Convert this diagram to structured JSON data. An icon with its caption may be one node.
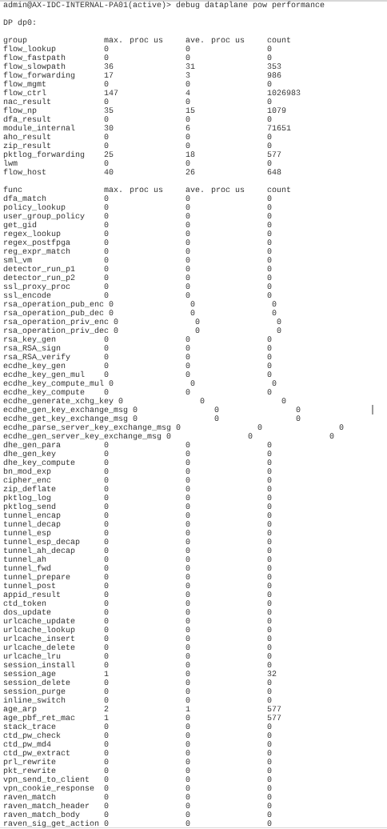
{
  "diagram": {
    "labels": [
      "admin@AX-IDC-INTERNAL-PA01(active)> debug dataplane pow performance",
      "DP dp0:",
      "group",
      "max. proc us",
      "ave. proc us",
      "count",
      "flow_lookup",
      "0",
      "0",
      "0",
      "flow_fastpath",
      "0",
      "0",
      "0",
      "flow_slowpath",
      "36",
      "31",
      "353",
      "flow_forwarding",
      "17",
      "3",
      "986",
      "flow_mgmt",
      "0",
      "0",
      "0",
      "flow_ctrl",
      "147",
      "4",
      "1026983",
      "nac_result",
      "0",
      "0",
      "0",
      "flow_np",
      "35",
      "15",
      "1079",
      "dfa_result",
      "0",
      "0",
      "0",
      "module_internal",
      "30",
      "6",
      "71651",
      "aho_result",
      "0",
      "0",
      "0",
      "zip_result",
      "0",
      "0",
      "0",
      "pktlog_forwarding",
      "25",
      "18",
      "577",
      "lwm",
      "0",
      "0",
      "0",
      "flow_host",
      "40",
      "26",
      "648",
      "func",
      "max. proc us",
      "ave. proc us",
      "count",
      "dfa_match",
      "0",
      "0",
      "0",
      "policy_lookup",
      "0",
      "0",
      "0",
      "user_group_policy",
      "0",
      "0",
      "0",
      "get_gid",
      "0",
      "0",
      "0",
      "regex_lookup",
      "0",
      "0",
      "0",
      "regex_postfpga",
      "0",
      "0",
      "0",
      "reg_expr_match",
      "0",
      "0",
      "0",
      "sml_vm",
      "0",
      "0",
      "0",
      "detector_run_p1",
      "0",
      "0",
      "0",
      "detector_run_p2",
      "0",
      "0",
      "0",
      "ssl_proxy_proc",
      "0",
      "0",
      "0",
      "ssl_encode",
      "0",
      "0",
      "0",
      "rsa_operation_pub_enc",
      "0",
      "0",
      "0",
      "rsa_operation_pub_dec",
      "0",
      "0",
      "0",
      "rsa_operation_priv_enc",
      "0",
      "0",
      "0",
      "rsa_operation_priv_dec",
      "0",
      "0",
      "0",
      "rsa_key_gen",
      "0",
      "0",
      "0",
      "rsa_RSA_sign",
      "0",
      "0",
      "0",
      "rsa_RSA_verify",
      "0",
      "0",
      "0",
      "ecdhe_key_gen",
      "0",
      "0",
      "0",
      "ecdhe_key_gen_mul",
      "0",
      "0",
      "0",
      "ecdhe_key_compute_mul",
      "0",
      "0",
      "0",
      "ecdhe_key_compute",
      "0",
      "0",
      "0",
      "ecdhe_generate_xchg_key",
      "0",
      "0",
      "0",
      "ecdhe_gen_key_exchange_msg",
      "0",
      "0",
      "0",
      "ecdhe_get_key_exchange_msg",
      "0",
      "0",
      "0",
      "ecdhe_parse_server_key_exchange_msg",
      "0",
      "0",
      "0",
      "ecdhe_gen_server_key_exchange_msg",
      "0",
      "0",
      "0",
      "dhe_gen_para",
      "0",
      "0",
      "0",
      "dhe_gen_key",
      "0",
      "0",
      "0",
      "dhe_key_compute",
      "0",
      "0",
      "0",
      "bn_mod_exp",
      "0",
      "0",
      "0",
      "cipher_enc",
      "0",
      "0",
      "0",
      "zip_deflate",
      "0",
      "0",
      "0",
      "pktlog_log",
      "0",
      "0",
      "0",
      "pktlog_send",
      "0",
      "0",
      "0",
      "tunnel_encap",
      "0",
      "0",
      "0",
      "tunnel_decap",
      "0",
      "0",
      "0",
      "tunnel_esp",
      "0",
      "0",
      "0",
      "tunnel_esp_decap",
      "0",
      "0",
      "0",
      "tunnel_ah_decap",
      "0",
      "0",
      "0",
      "tunnel_ah",
      "0",
      "0",
      "0",
      "tunnel_fwd",
      "0",
      "0",
      "0",
      "tunnel_prepare",
      "0",
      "0",
      "0",
      "tunnel_post",
      "0",
      "0",
      "0",
      "appid_result",
      "0",
      "0",
      "0",
      "ctd_token",
      "0",
      "0",
      "0",
      "dos_update",
      "0",
      "0",
      "0",
      "urlcache_update",
      "0",
      "0",
      "0",
      "urlcache_lookup",
      "0",
      "0",
      "0",
      "urlcache_insert",
      "0",
      "0",
      "0",
      "urlcache_delete",
      "0",
      "0",
      "0",
      "urlcache_lru",
      "0",
      "0",
      "0",
      "session_install",
      "0",
      "0",
      "0",
      "session_age",
      "1",
      "0",
      "32",
      "session_delete",
      "0",
      "0",
      "0",
      "session_purge",
      "0",
      "0",
      "0",
      "inline_switch",
      "0",
      "0",
      "0",
      "age_arp",
      "2",
      "1",
      "577",
      "age_pbf_ret_mac",
      "1",
      "0",
      "577",
      "stack_trace",
      "0",
      "0",
      "0",
      "ctd_pw_check",
      "0",
      "0",
      "0",
      "ctd_pw_md4",
      "0",
      "0",
      "0",
      "ctd_pw_extract",
      "0",
      "0",
      "0",
      "prl_rewrite",
      "0",
      "0",
      "0",
      "pkt_rewrite",
      "0",
      "0",
      "0",
      "vpn_send_to_client",
      "0",
      "0",
      "0",
      "vpn_cookie_response",
      "0",
      "0",
      "0",
      "raven_match",
      "0",
      "0",
      "0",
      "raven_match_header",
      "0",
      "0",
      "0",
      "raven_match_body",
      "0",
      "0",
      "0",
      "raven_sig_get_action",
      "0",
      "0",
      "0"
    ]
  }
}
